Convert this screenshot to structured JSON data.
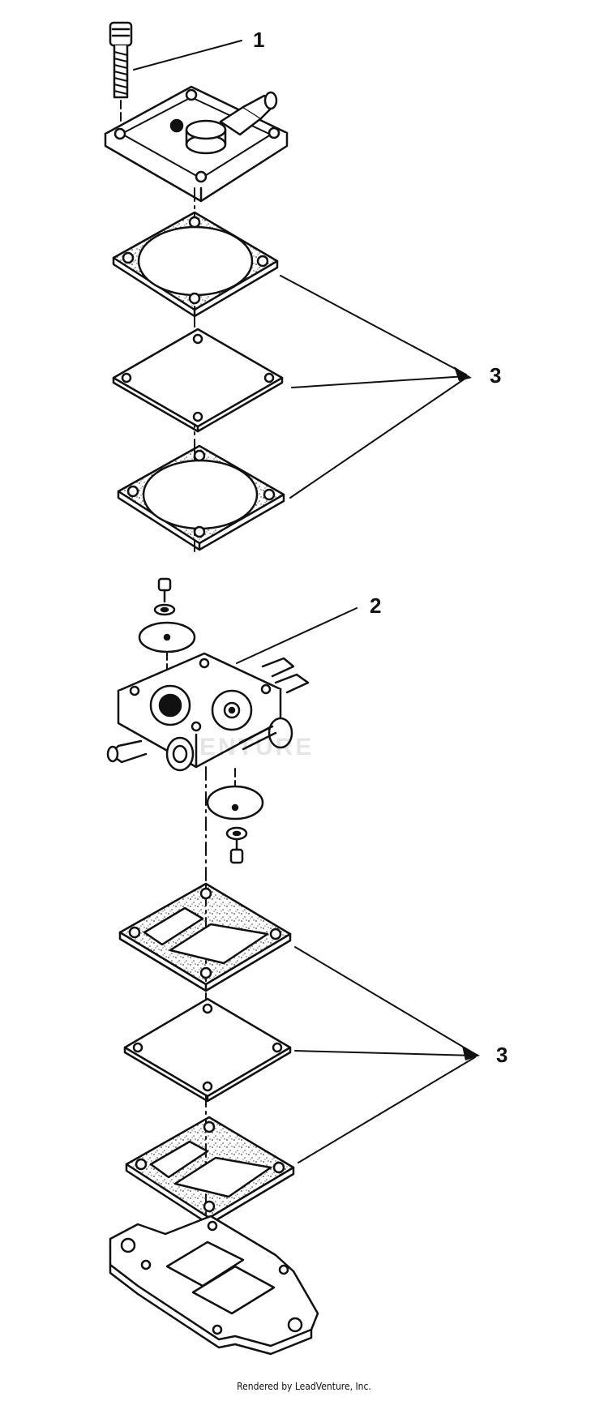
{
  "callouts": {
    "part_1": "1",
    "part_2": "2",
    "part_3_upper": "3",
    "part_3_lower": "3"
  },
  "watermark": "ENTURE",
  "footer": {
    "credit": "Rendered by LeadVenture, Inc."
  },
  "colors": {
    "ink": "#111111",
    "paper": "#ffffff",
    "speckle": "#555555",
    "watermark": "#e6e6e6"
  }
}
